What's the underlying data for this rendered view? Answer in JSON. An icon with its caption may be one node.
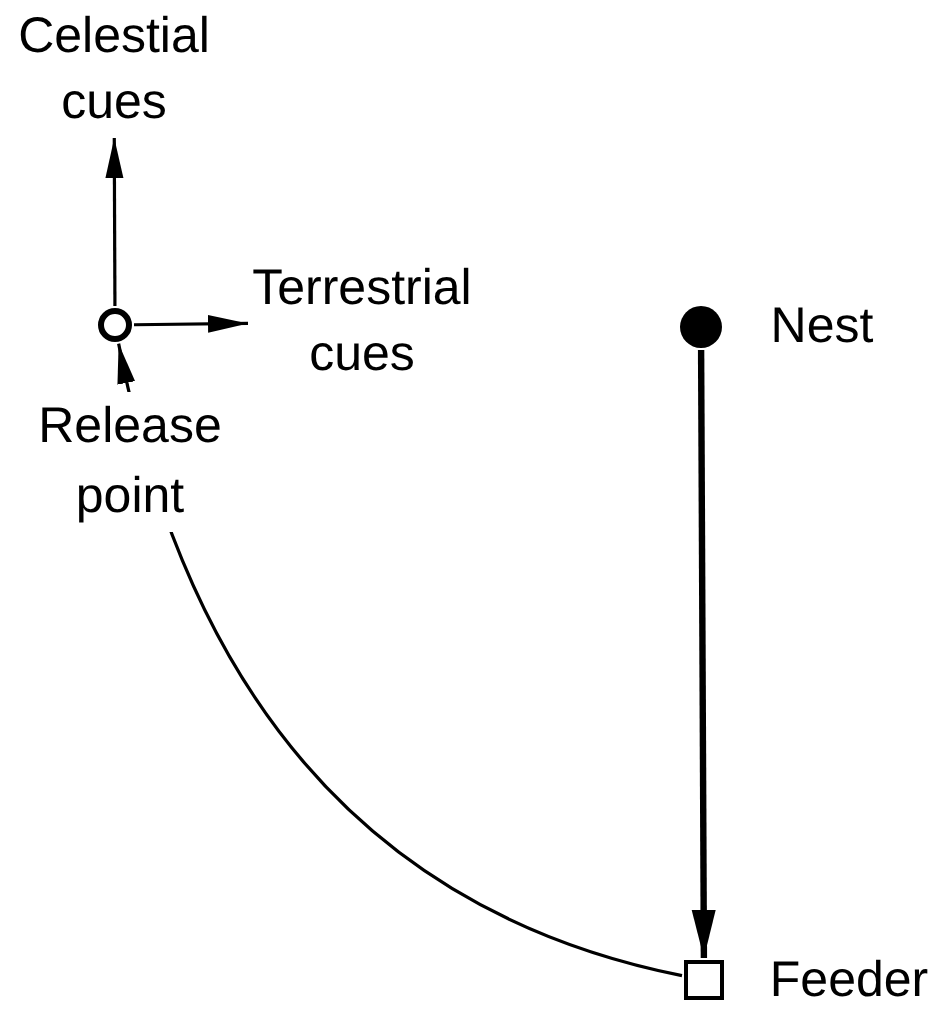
{
  "diagram": {
    "nodes": [
      {
        "text": [
          "Celestial cues"
        ]
      },
      {
        "text": [
          "Terrestrial cues"
        ]
      },
      {
        "text": [],
        "shape": "circle",
        "beside": [
          "Release point"
        ]
      },
      {
        "text": [],
        "shape": "dot",
        "beside": [
          "Nest"
        ]
      },
      {
        "text": [],
        "shape": "box",
        "beside": [
          "Feeder"
        ]
      }
    ],
    "edges": [
      {
        "from": 2,
        "to": 0,
        "arrow": "to"
      },
      {
        "from": 2,
        "to": 1,
        "arrow": "to"
      },
      {
        "from": 3,
        "to": 4,
        "arrow": "to",
        "style": "thick"
      },
      {
        "from": 4,
        "to": 2,
        "arrow": "to"
      }
    ]
  }
}
